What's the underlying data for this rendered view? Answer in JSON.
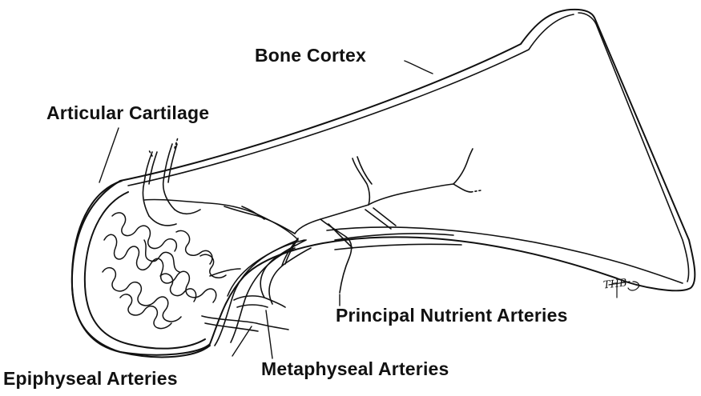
{
  "diagram": {
    "labels": {
      "bone_cortex": "Bone Cortex",
      "articular_cartilage": "Articular Cartilage",
      "principal_nutrient_arteries": "Principal Nutrient Arteries",
      "epiphyseal_arteries": "Epiphyseal Arteries",
      "metaphyseal_arteries": "Metaphyseal Arteries"
    },
    "artist_signature": "THB",
    "colors": {
      "ink": "#111111",
      "background": "#ffffff"
    }
  }
}
